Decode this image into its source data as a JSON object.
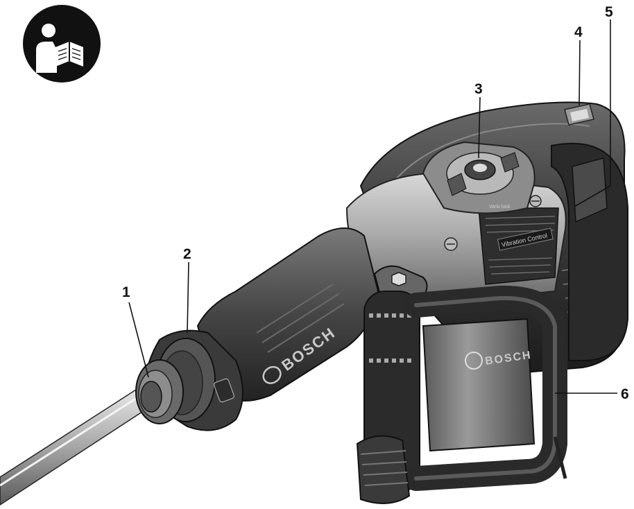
{
  "figure": {
    "manual_icon": "read-manual-icon",
    "product_label": "BOSCH",
    "front_label": "BOSCH",
    "control_plate_text": "Vario lock",
    "switch_label": "Vibration Control",
    "callouts": [
      {
        "id": "1",
        "label": "1"
      },
      {
        "id": "2",
        "label": "2"
      },
      {
        "id": "3",
        "label": "3"
      },
      {
        "id": "4",
        "label": "4"
      },
      {
        "id": "5",
        "label": "5"
      },
      {
        "id": "6",
        "label": "6"
      }
    ]
  }
}
